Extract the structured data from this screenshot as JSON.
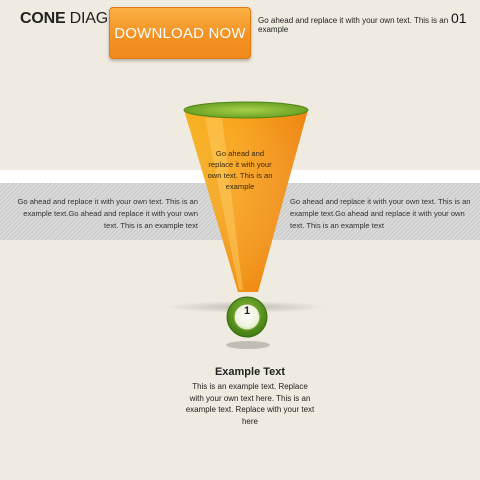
{
  "header": {
    "title_bold": "CONE",
    "title_rest": " DIAGRAM",
    "download_label": "DOWNLOAD NOW",
    "tagline": "Go ahead and replace it with your own text. This is an example",
    "slide_number": "01"
  },
  "diagram": {
    "cone_text": "Go ahead and replace it with your own text. This is an example",
    "left_text": "Go ahead and replace it with your own text. This is an example text.Go ahead and replace it with your own text. This is an example text",
    "right_text": "Go ahead and replace it with your own text. This is an example text.Go ahead and replace it with your own text. This is an example text",
    "step_number": "1",
    "example_title": "Example Text",
    "example_body": "This is an example text. Replace with your own text here. This is an example text. Replace with your text here"
  },
  "colors": {
    "background": "#efebe1",
    "accent_orange": "#f39223",
    "accent_green": "#5f9a1f"
  }
}
